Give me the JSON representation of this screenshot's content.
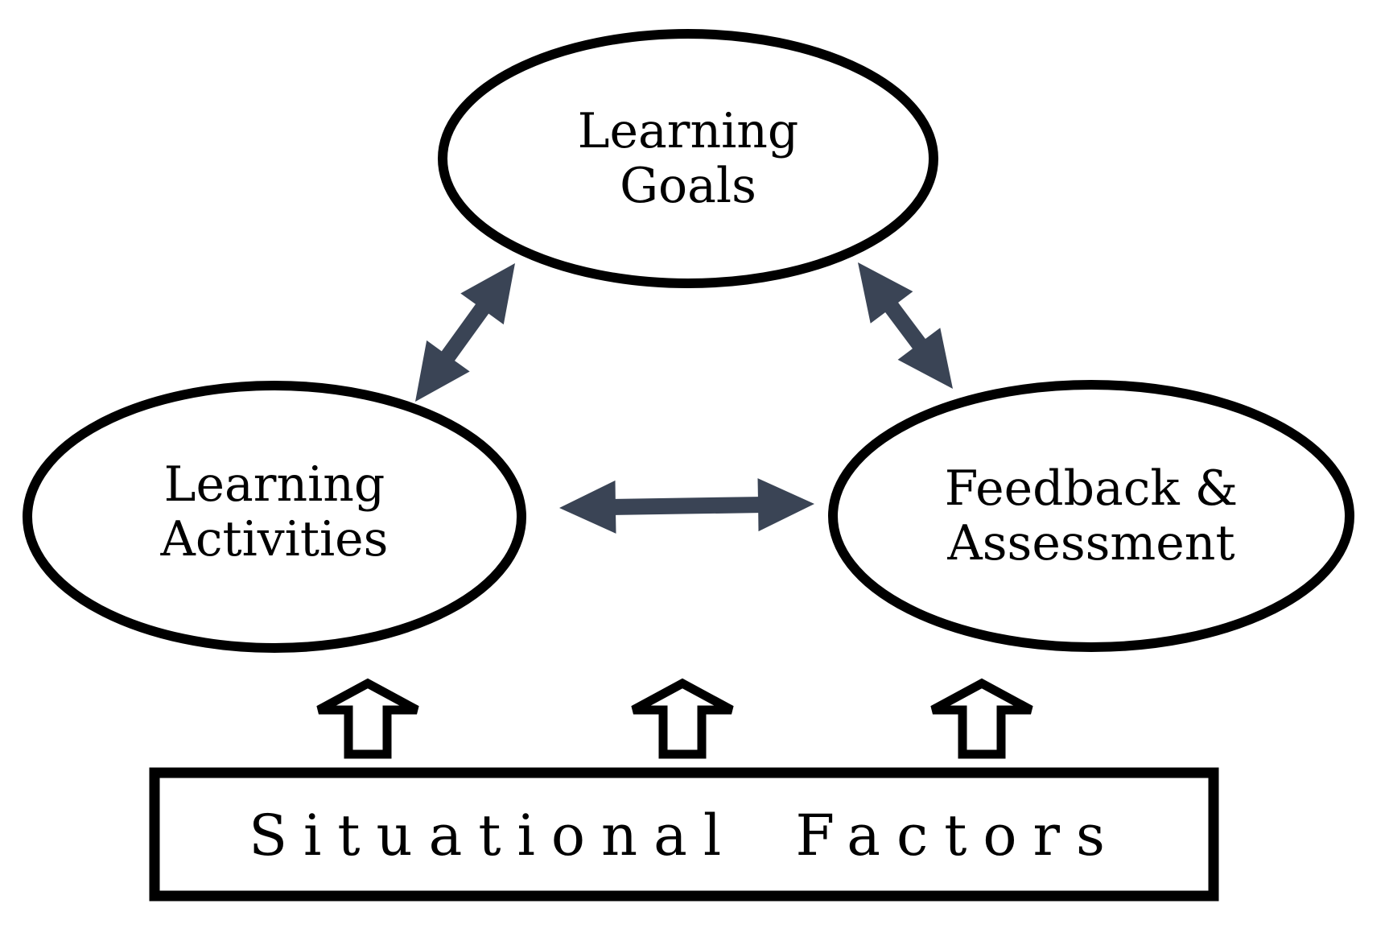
{
  "diagram": {
    "title": "",
    "background_color": "#ffffff",
    "nodes": [
      {
        "id": "learning-goals",
        "shape": "ellipse",
        "lines": [
          "Learning",
          "Goals"
        ]
      },
      {
        "id": "learning-activities",
        "shape": "ellipse",
        "lines": [
          "Learning",
          "Activities"
        ]
      },
      {
        "id": "feedback-assessment",
        "shape": "ellipse",
        "lines": [
          "Feedback &",
          "Assessment"
        ]
      }
    ],
    "connections": [
      {
        "from": "learning-goals",
        "to": "learning-activities",
        "style": "double-headed-arrow"
      },
      {
        "from": "learning-goals",
        "to": "feedback-assessment",
        "style": "double-headed-arrow"
      },
      {
        "from": "learning-activities",
        "to": "feedback-assessment",
        "style": "double-headed-arrow"
      }
    ],
    "base_box": {
      "label": "Situational Factors"
    },
    "up_arrows": {
      "count": 3,
      "style": "hollow-block-arrow",
      "meaning": "situational factors influence each node"
    },
    "colors": {
      "node_stroke": "#000000",
      "double_arrow": "#3a4455",
      "block_arrow_fill": "#ffffff",
      "block_arrow_stroke": "#000000",
      "text": "#000000"
    }
  }
}
